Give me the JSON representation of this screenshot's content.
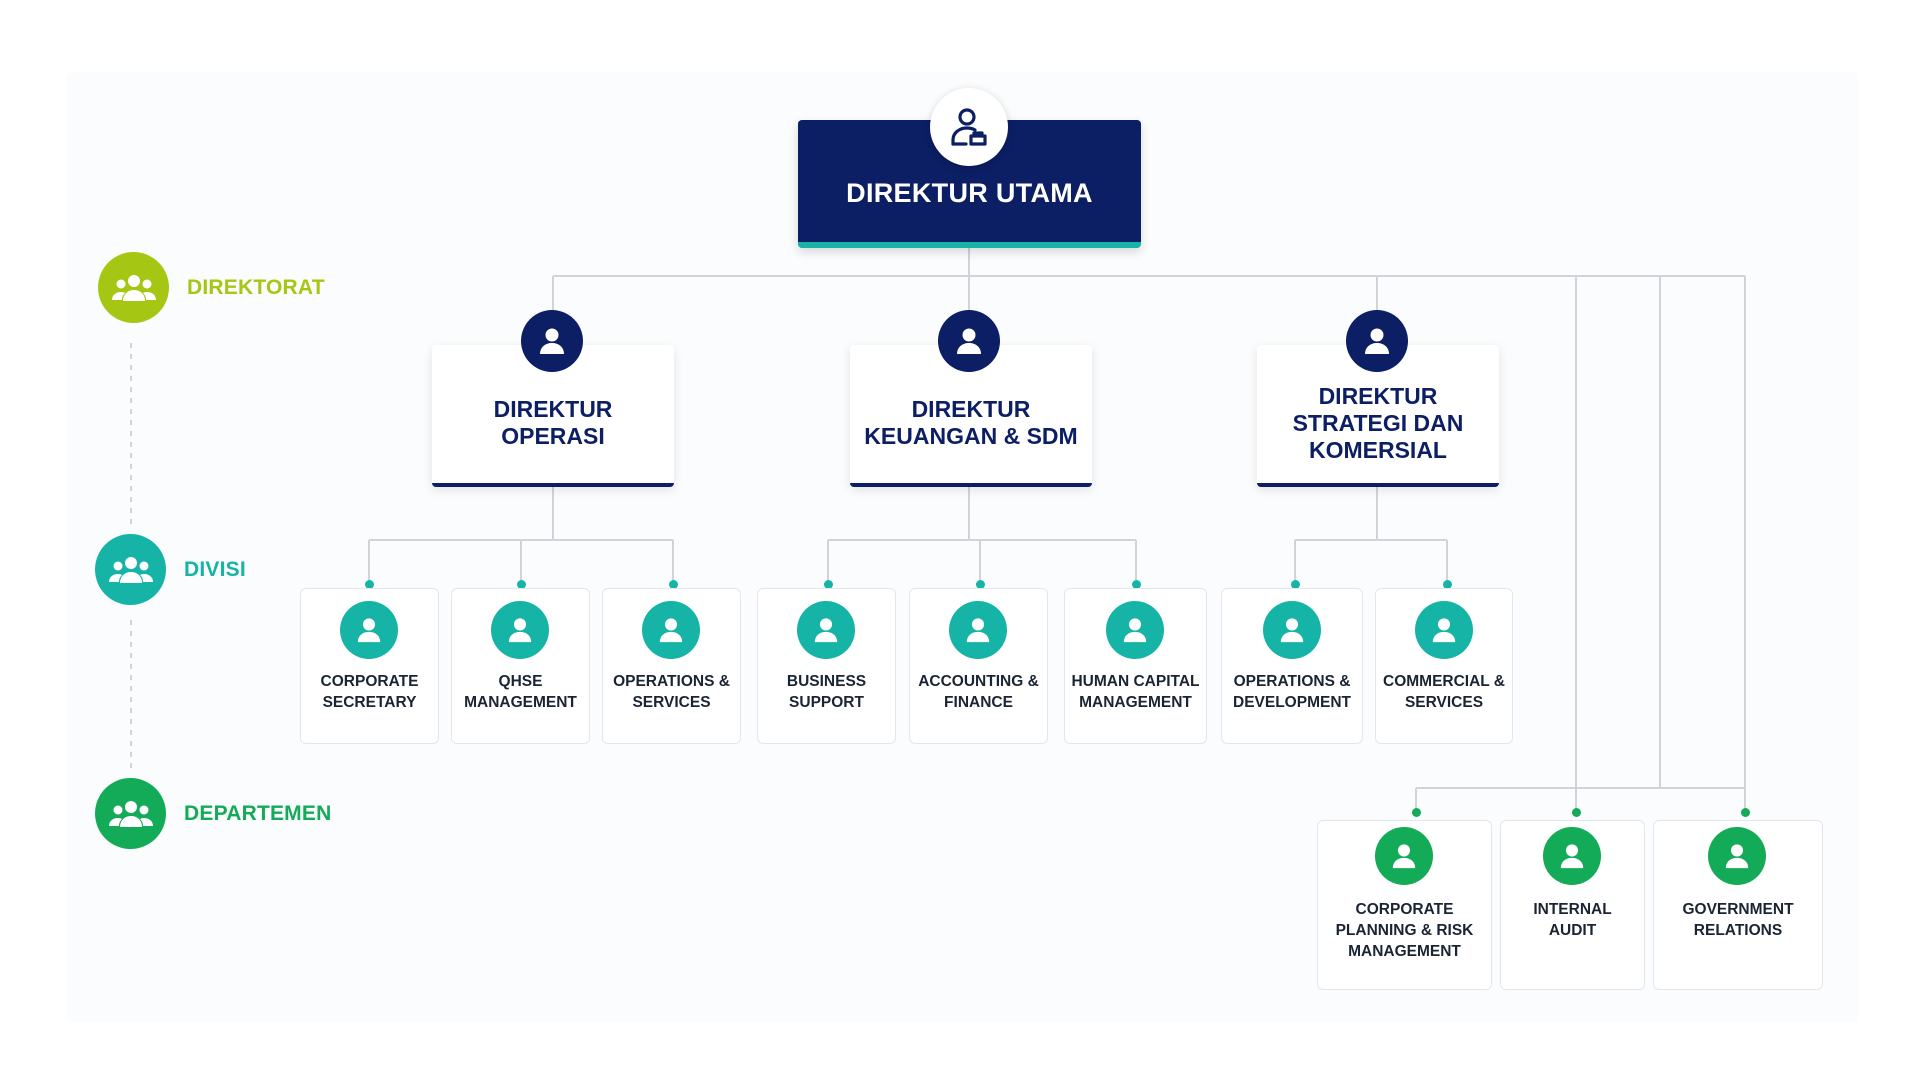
{
  "legend": {
    "direktorat": {
      "label": "DIREKTORAT",
      "color": "#a5c714",
      "icon": "group-icon"
    },
    "divisi": {
      "label": "DIVISI",
      "color": "#16b3a7",
      "icon": "group-icon"
    },
    "departemen": {
      "label": "DEPARTEMEN",
      "color": "#13ab58",
      "icon": "group-icon"
    }
  },
  "top": {
    "title": "DIREKTUR UTAMA",
    "icon": "user-icon"
  },
  "directors": [
    {
      "title": "DIREKTUR\nOPERASI",
      "icon": "user-icon"
    },
    {
      "title": "DIREKTUR\nKEUANGAN & SDM",
      "icon": "user-icon"
    },
    {
      "title": "DIREKTUR\nSTRATEGI DAN\nKOMERSIAL",
      "icon": "user-icon"
    }
  ],
  "divisions": [
    {
      "label": "CORPORATE\nSECRETARY"
    },
    {
      "label": "QHSE\nMANAGEMENT"
    },
    {
      "label": "OPERATIONS &\nSERVICES"
    },
    {
      "label": "BUSINESS\nSUPPORT"
    },
    {
      "label": "ACCOUNTING &\nFINANCE"
    },
    {
      "label": "HUMAN CAPITAL\nMANAGEMENT"
    },
    {
      "label": "OPERATIONS &\nDEVELOPMENT"
    },
    {
      "label": "COMMERCIAL &\nSERVICES"
    }
  ],
  "departments": [
    {
      "label": "CORPORATE\nPLANNING & RISK\nMANAGEMENT"
    },
    {
      "label": "INTERNAL\nAUDIT"
    },
    {
      "label": "GOVERNMENT\nRELATIONS"
    }
  ],
  "colors": {
    "navy": "#0c1e64",
    "teal": "#16b3a7",
    "green": "#13ab58",
    "lime": "#a5c714",
    "line": "#cfd4da"
  }
}
